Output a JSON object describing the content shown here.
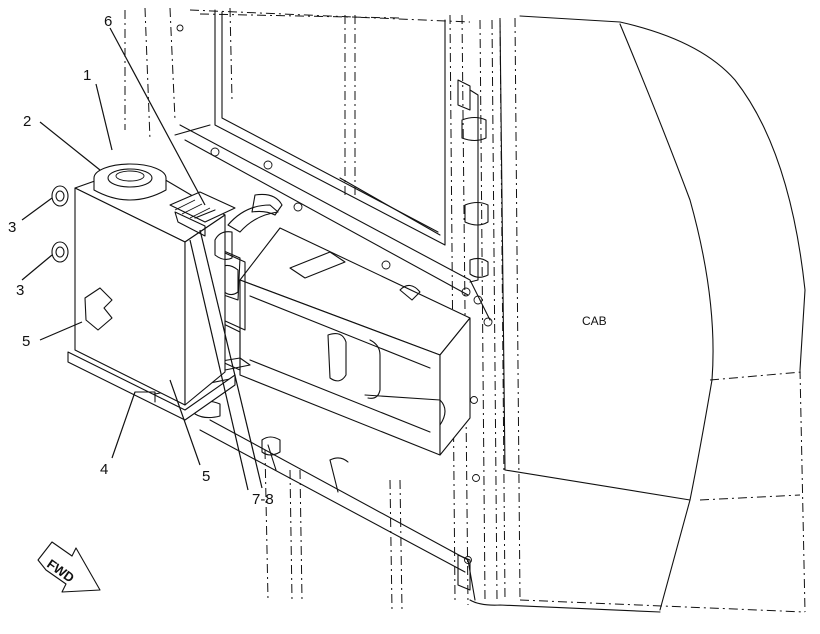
{
  "callouts": {
    "c1": "1",
    "c2": "2",
    "c3a": "3",
    "c3b": "3",
    "c4": "4",
    "c5a": "5",
    "c5b": "5",
    "c6": "6",
    "c78": "7-8"
  },
  "cab_label": "CAB",
  "fwd_label": "FWD"
}
